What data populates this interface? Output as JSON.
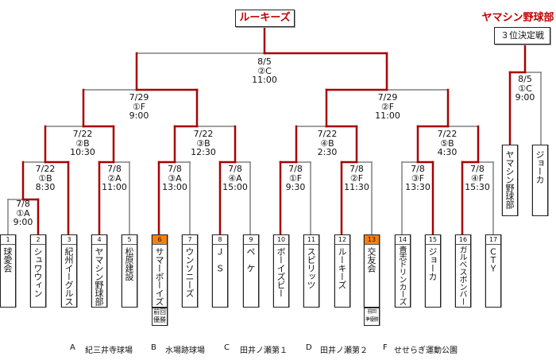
{
  "champion": {
    "name": "ルーキーズ"
  },
  "third_place": {
    "winner": "ヤマシン野球部",
    "label": "３位決定戦",
    "teams": [
      "ヤマシン野球部",
      "ジョーカ"
    ]
  },
  "teams": [
    {
      "no": "1",
      "name": "球愛会"
    },
    {
      "no": "2",
      "name": "シュワウィン"
    },
    {
      "no": "3",
      "name": "紀州イーグルス"
    },
    {
      "no": "4",
      "name": "ヤマシン野球部"
    },
    {
      "no": "5",
      "name": "松原建設"
    },
    {
      "no": "6",
      "name": "サマーボーイズ",
      "highlight": true,
      "note": [
        "前回",
        "優勝"
      ]
    },
    {
      "no": "7",
      "name": "ウンソニーズ"
    },
    {
      "no": "8",
      "name": "Ｊ　Ｓ"
    },
    {
      "no": "9",
      "name": "ペ　ケ"
    },
    {
      "no": "10",
      "name": "ボーイズビー"
    },
    {
      "no": "11",
      "name": "スピリッツ"
    },
    {
      "no": "12",
      "name": "ルーキーズ"
    },
    {
      "no": "13",
      "name": "交友会",
      "highlight": true,
      "note": [
        "前回",
        "準優勝"
      ]
    },
    {
      "no": "14",
      "name": "貴志ドリンカーズ"
    },
    {
      "no": "15",
      "name": "ジョーカ"
    },
    {
      "no": "16",
      "name": "ガルベスボンバー"
    },
    {
      "no": "17",
      "name": "ＣＴＹ"
    }
  ],
  "matches": [
    {
      "id": "m1",
      "date": "7/8",
      "code": "①A",
      "time": "9:00",
      "winner": "right"
    },
    {
      "id": "m2",
      "date": "7/22",
      "code": "①B",
      "time": "8:30",
      "winner": "right"
    },
    {
      "id": "m3",
      "date": "7/8",
      "code": "②A",
      "time": "11:00",
      "winner": "left"
    },
    {
      "id": "m4",
      "date": "7/8",
      "code": "③A",
      "time": "13:00",
      "winner": "left"
    },
    {
      "id": "m5",
      "date": "7/8",
      "code": "④A",
      "time": "15:00",
      "winner": "left"
    },
    {
      "id": "m6",
      "date": "7/8",
      "code": "①F",
      "time": "9:30",
      "winner": "left"
    },
    {
      "id": "m7",
      "date": "7/8",
      "code": "②F",
      "time": "11:30",
      "winner": "left"
    },
    {
      "id": "m8",
      "date": "7/8",
      "code": "③F",
      "time": "13:30",
      "winner": "right"
    },
    {
      "id": "m9",
      "date": "7/8",
      "code": "④F",
      "time": "15:30",
      "winner": "left"
    },
    {
      "id": "m10",
      "date": "7/22",
      "code": "②B",
      "time": "10:30",
      "winner": "right"
    },
    {
      "id": "m11",
      "date": "7/22",
      "code": "③B",
      "time": "12:30",
      "winner": "left"
    },
    {
      "id": "m12",
      "date": "7/22",
      "code": "④B",
      "time": "2:30",
      "winner": "right"
    },
    {
      "id": "m13",
      "date": "7/22",
      "code": "⑤B",
      "time": "4:30",
      "winner": "left"
    },
    {
      "id": "m14",
      "date": "7/29",
      "code": "①F",
      "time": "9:00",
      "winner": "right"
    },
    {
      "id": "m15",
      "date": "7/29",
      "code": "②F",
      "time": "11:00",
      "winner": "left"
    },
    {
      "id": "m16",
      "date": "8/5",
      "code": "②C",
      "time": "11:00",
      "winner": "right"
    },
    {
      "id": "m17",
      "date": "8/5",
      "code": "①C",
      "time": "9:00",
      "winner": "left"
    }
  ],
  "legend": [
    {
      "code": "A",
      "venue": "紀三井寺球場"
    },
    {
      "code": "B",
      "venue": "水場跡球場"
    },
    {
      "code": "C",
      "venue": "田井ノ瀬第１"
    },
    {
      "code": "D",
      "venue": "田井ノ瀬第２"
    },
    {
      "code": "F",
      "venue": "せせらぎ運動公園"
    }
  ],
  "colors": {
    "win_line": "#a80000",
    "line": "#808080",
    "highlight": "#f4810f",
    "title_red": "#c00000"
  }
}
